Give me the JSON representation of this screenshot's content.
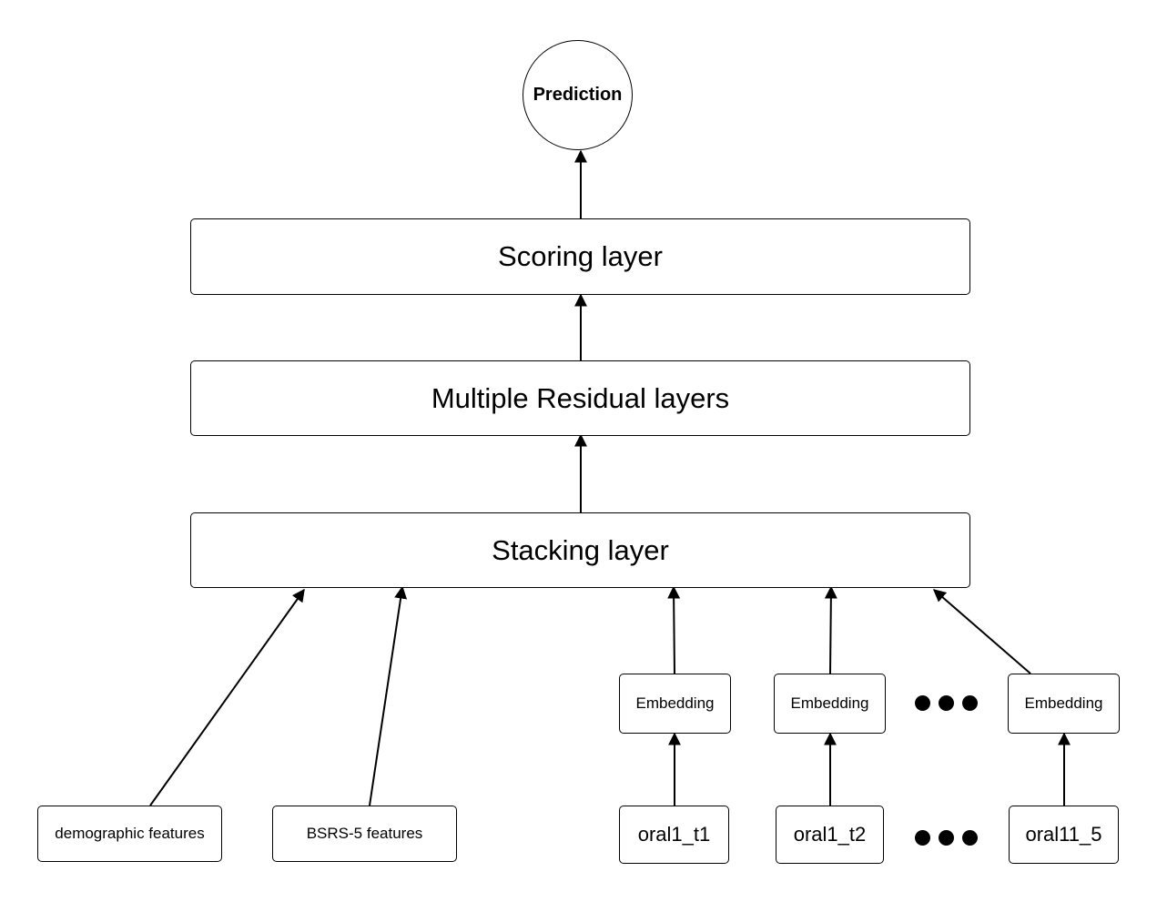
{
  "prediction": "Prediction",
  "layers": {
    "scoring": "Scoring layer",
    "residual": "Multiple Residual layers",
    "stacking": "Stacking layer"
  },
  "inputs": {
    "demographic": "demographic features",
    "bsrs": "BSRS-5 features",
    "oral_1": "oral1_t1",
    "oral_2": "oral1_t2",
    "oral_3": "oral11_5"
  },
  "embedding_label": "Embedding",
  "colors": {
    "stroke": "#000000",
    "background": "#ffffff"
  }
}
